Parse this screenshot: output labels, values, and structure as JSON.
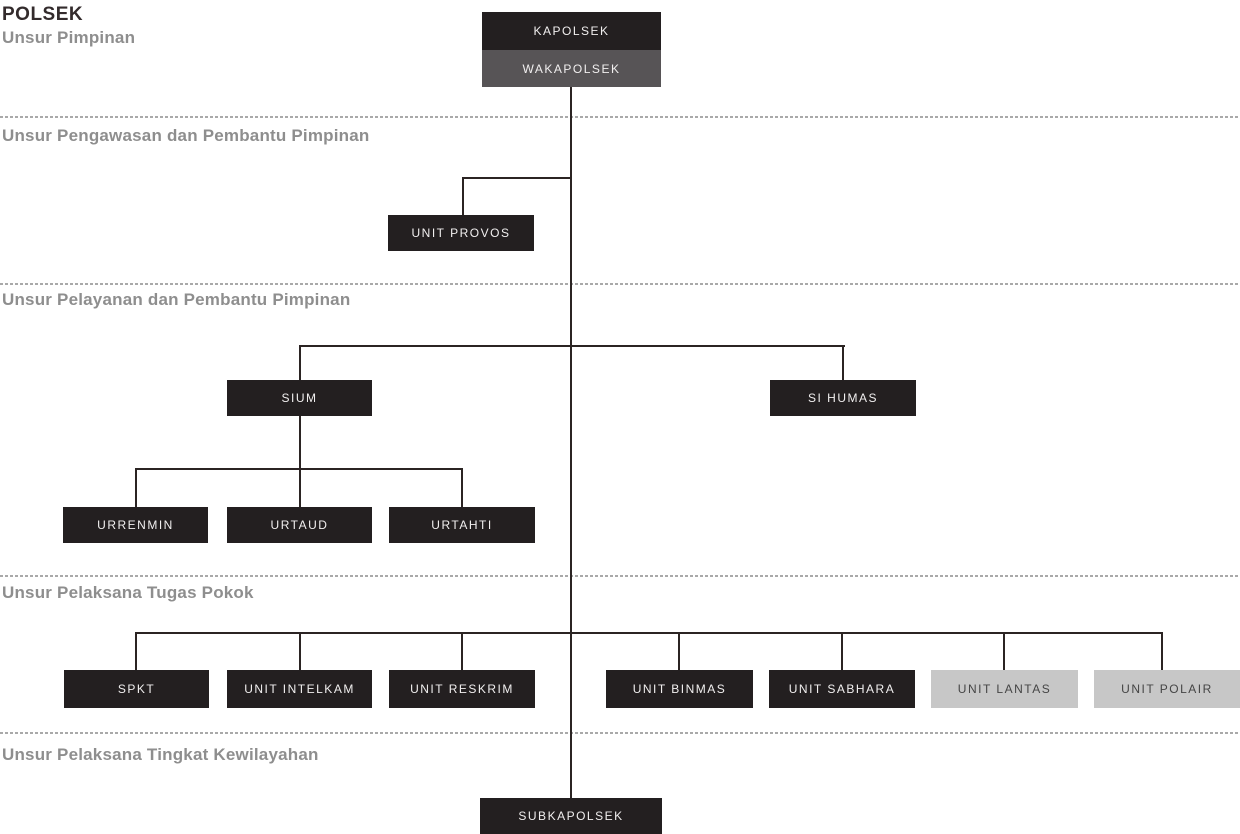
{
  "page_title": "POLSEK",
  "sections": {
    "pimpinan": {
      "heading": "Unsur Pimpinan"
    },
    "pengawasan": {
      "heading": "Unsur Pengawasan dan Pembantu Pimpinan"
    },
    "pelayanan": {
      "heading": "Unsur Pelayanan dan Pembantu Pimpinan"
    },
    "pelaksana_pokok": {
      "heading": "Unsur Pelaksana Tugas Pokok"
    },
    "kewilayahan": {
      "heading": "Unsur Pelaksana Tingkat Kewilayahan"
    }
  },
  "nodes": {
    "kapolsek": {
      "label": "KAPOLSEK"
    },
    "wakapolsek": {
      "label": "WAKAPOLSEK"
    },
    "unit_provos": {
      "label": "UNIT PROVOS"
    },
    "sium": {
      "label": "SIUM"
    },
    "si_humas": {
      "label": "SI HUMAS"
    },
    "urrenmin": {
      "label": "URRENMIN"
    },
    "urtaud": {
      "label": "URTAUD"
    },
    "urtahti": {
      "label": "URTAHTI"
    },
    "spkt": {
      "label": "SPKT"
    },
    "unit_intelkam": {
      "label": "UNIT INTELKAM"
    },
    "unit_reskrim": {
      "label": "UNIT RESKRIM"
    },
    "unit_binmas": {
      "label": "UNIT BINMAS"
    },
    "unit_sabhara": {
      "label": "UNIT SABHARA"
    },
    "unit_lantas": {
      "label": "UNIT LANTAS"
    },
    "unit_polair": {
      "label": "UNIT POLAIR"
    },
    "subkapolsek": {
      "label": "SUBKAPOLSEK"
    }
  },
  "colors": {
    "node_dark": "#231f20",
    "node_gray": "#575456",
    "node_light": "#c7c7c7",
    "node_text_light": "#f1efef",
    "node_text_dark": "#454545",
    "heading_gray": "#8e8e8e",
    "title_dark": "#332b2c",
    "connector_line": "#2b2423",
    "divider_gray": "#a9a9a9",
    "background": "#ffffff"
  }
}
